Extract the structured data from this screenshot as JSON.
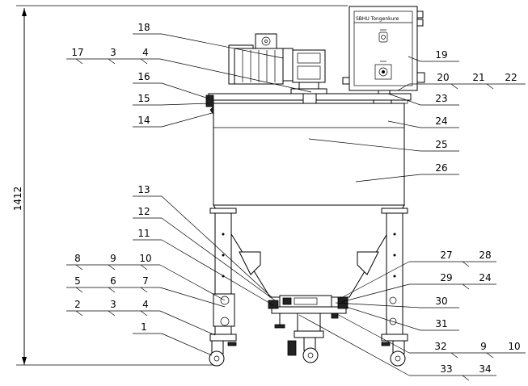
{
  "dimension": {
    "value": "1412"
  },
  "panel": {
    "title": "SBHU Tongenkure"
  },
  "callouts": {
    "left": [
      {
        "row": 0,
        "labels": [
          "18"
        ]
      },
      {
        "row": 1,
        "labels": [
          "17",
          "3",
          "4"
        ]
      },
      {
        "row": 2,
        "labels": [
          "16"
        ]
      },
      {
        "row": 3,
        "labels": [
          "15"
        ]
      },
      {
        "row": 4,
        "labels": [
          "14"
        ]
      },
      {
        "row": 5,
        "labels": [
          "13"
        ]
      },
      {
        "row": 6,
        "labels": [
          "12"
        ]
      },
      {
        "row": 7,
        "labels": [
          "11"
        ]
      },
      {
        "row": 8,
        "labels": [
          "8",
          "9",
          "10"
        ]
      },
      {
        "row": 9,
        "labels": [
          "5",
          "6",
          "7"
        ]
      },
      {
        "row": 10,
        "labels": [
          "2",
          "3",
          "4"
        ]
      },
      {
        "row": 11,
        "labels": [
          "1"
        ]
      }
    ],
    "right": [
      {
        "row": 0,
        "labels": [
          "19"
        ]
      },
      {
        "row": 1,
        "labels": [
          "20",
          "21",
          "22"
        ]
      },
      {
        "row": 2,
        "labels": [
          "23"
        ]
      },
      {
        "row": 3,
        "labels": [
          "24"
        ]
      },
      {
        "row": 4,
        "labels": [
          "25"
        ]
      },
      {
        "row": 5,
        "labels": [
          "26"
        ]
      },
      {
        "row": 6,
        "labels": [
          "27",
          "28"
        ]
      },
      {
        "row": 7,
        "labels": [
          "29",
          "24"
        ]
      },
      {
        "row": 8,
        "labels": [
          "30"
        ]
      },
      {
        "row": 9,
        "labels": [
          "31"
        ]
      },
      {
        "row": 10,
        "labels": [
          "32",
          "9",
          "10"
        ]
      },
      {
        "row": 11,
        "labels": [
          "33",
          "34"
        ]
      }
    ]
  }
}
